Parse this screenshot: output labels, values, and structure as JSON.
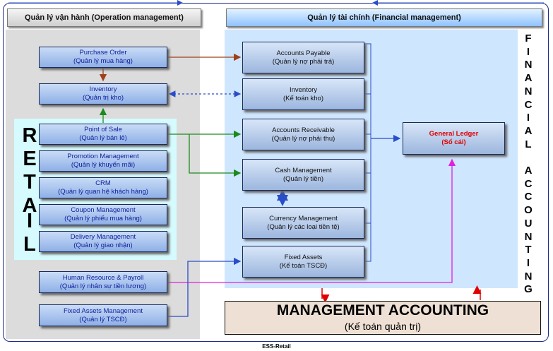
{
  "headers": {
    "operation": "Quản lý vận hành (Operation management)",
    "financial": "Quản lý tài chính (Financial management)"
  },
  "retail_letters": [
    "R",
    "E",
    "T",
    "A",
    "I",
    "L"
  ],
  "financial_accounting_letters": [
    "F",
    "I",
    "N",
    "A",
    "N",
    "C",
    "I",
    "A",
    "L",
    "",
    "A",
    "C",
    "C",
    "O",
    "U",
    "N",
    "T",
    "I",
    "N",
    "G"
  ],
  "operation_boxes": [
    {
      "title": "Purchase Order",
      "subtitle": "(Quản lý mua hàng)"
    },
    {
      "title": "Inventory",
      "subtitle": "(Quản trị kho)"
    },
    {
      "title": "Point of Sale",
      "subtitle": "(Quản lý bán lẻ)"
    },
    {
      "title": "Promotion Management",
      "subtitle": "(Quản lý khuyến mãi)"
    },
    {
      "title": "CRM",
      "subtitle": "(Quản lý quan hệ khách hàng)"
    },
    {
      "title": "Coupon Management",
      "subtitle": "(Quản lý phiếu mua hàng)"
    },
    {
      "title": "Delivery Management",
      "subtitle": "(Quản lý giao nhận)"
    },
    {
      "title": "Human Resource & Payroll",
      "subtitle": "(Quản lý nhân sự tiền lương)"
    },
    {
      "title": "Fixed Assets Management",
      "subtitle": "(Quản lý TSCĐ)"
    }
  ],
  "financial_boxes": [
    {
      "title": "Accounts Payable",
      "subtitle": "(Quản lý nợ phải trả)"
    },
    {
      "title": "Inventory",
      "subtitle": "(Kế toán kho)"
    },
    {
      "title": "Accounts Receivable",
      "subtitle": "(Quản lý nợ phải thu)"
    },
    {
      "title": "Cash Management",
      "subtitle": "(Quản lý tiền)"
    },
    {
      "title": "Currency Management",
      "subtitle": "(Quản lý các loại tiền tệ)"
    },
    {
      "title": "Fixed Assets",
      "subtitle": "(Kế toán TSCĐ)"
    }
  ],
  "general_ledger": {
    "title": "General Ledger",
    "subtitle": "(Sổ cái)"
  },
  "management_accounting": {
    "title": "MANAGEMENT ACCOUNTING",
    "subtitle": "(Kế toán quản trị)"
  },
  "footer": "ESS-Retail",
  "colors": {
    "box_text": "#0f1e9c",
    "general_ledger_text": "#e00000",
    "arrow_brown": "#a0401a",
    "arrow_green": "#1c8a1c",
    "arrow_blue": "#2a4dc8",
    "arrow_magenta": "#e020e0",
    "arrow_red": "#e00000"
  }
}
